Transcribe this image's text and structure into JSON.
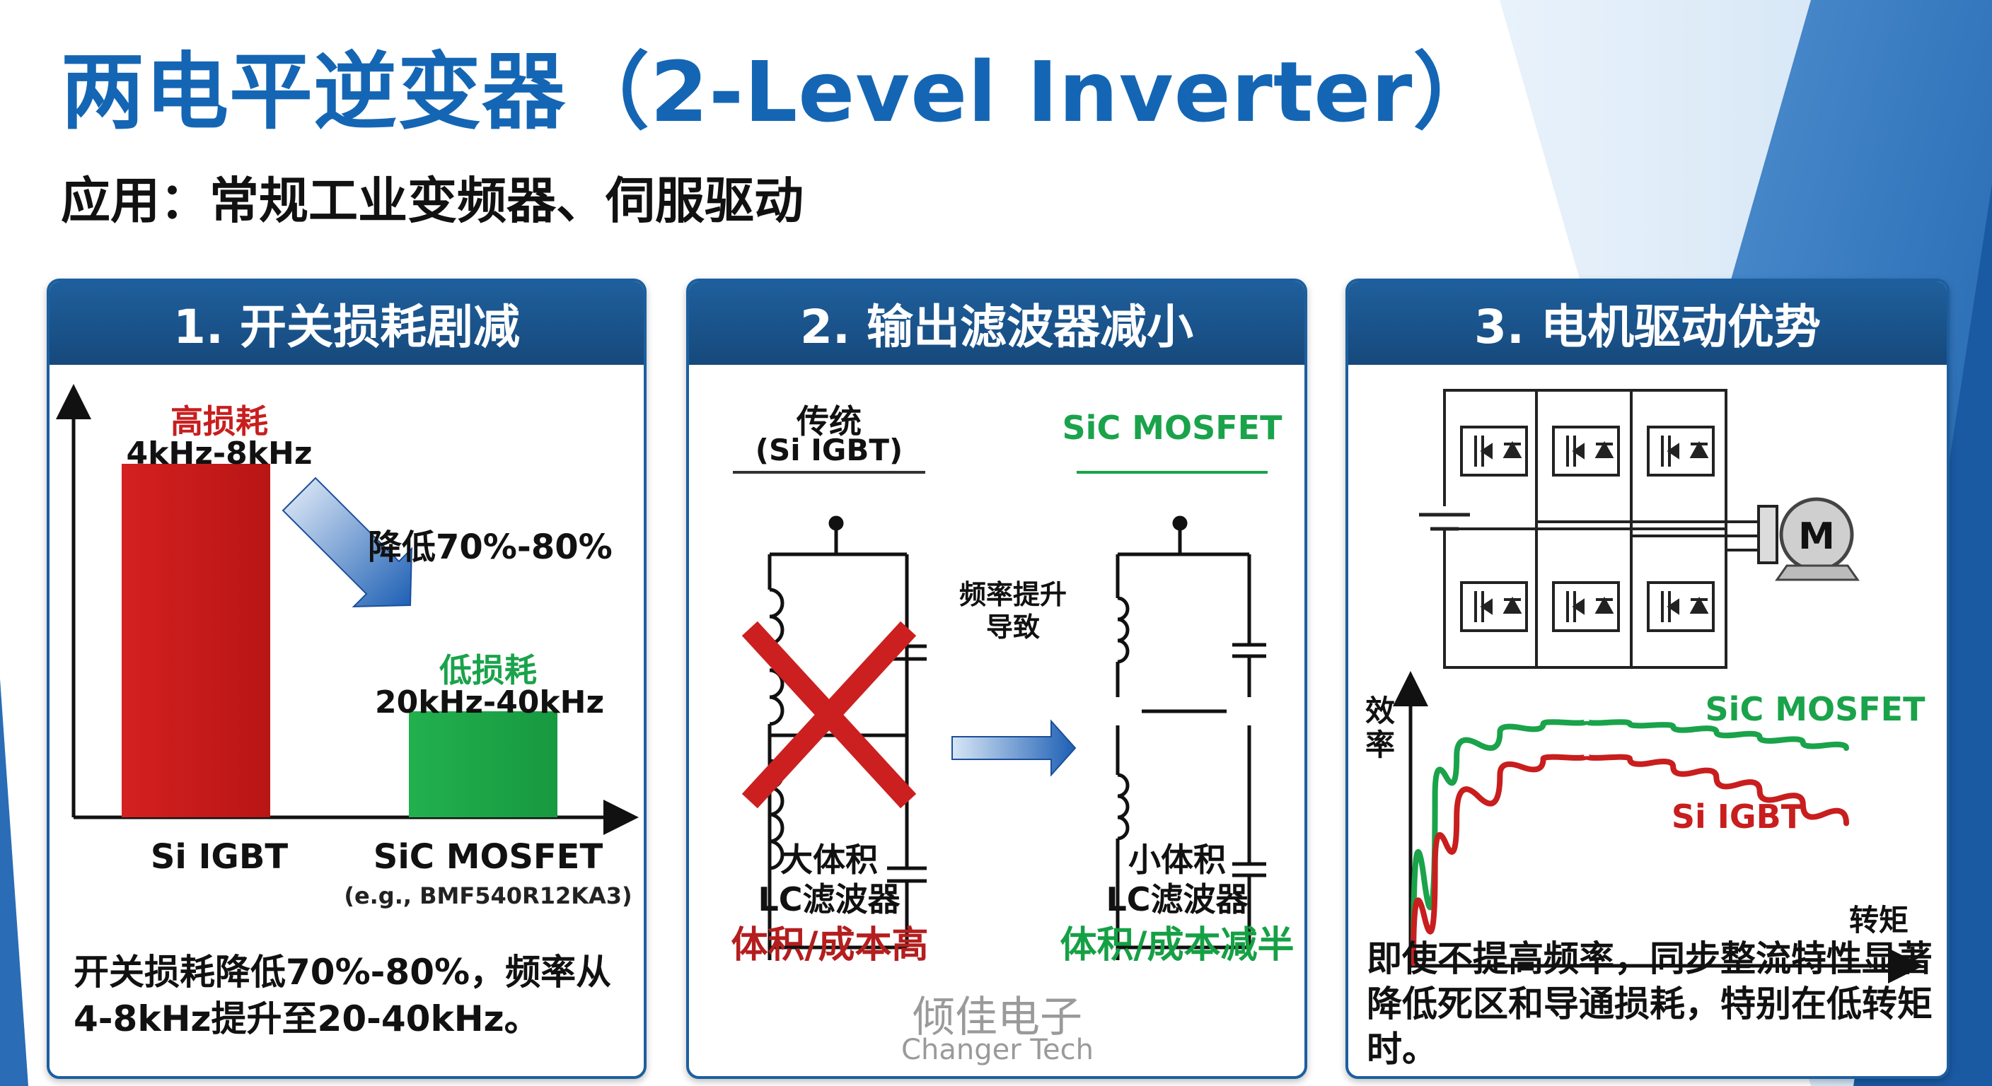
{
  "title": "两电平逆变器（2-Level Inverter）",
  "subtitle": "应用：常规工业变频器、伺服驱动",
  "panel1": {
    "header": "1. 开关损耗剧减",
    "high_loss": "高损耗",
    "high_freq": "4kHz-8kHz",
    "reduce": "降低70%-80%",
    "low_loss": "低损耗",
    "low_freq": "20kHz-40kHz",
    "x_si": "Si IGBT",
    "x_sic": "SiC MOSFET",
    "x_sic_eg": "(e.g., BMF540R12KA3)",
    "note": "开关损耗降低70%-80%，频率从4-8kHz提升至20-40kHz。"
  },
  "panel2": {
    "header": "2. 输出滤波器减小",
    "trad": "传统",
    "trad_sub": "(Si IGBT)",
    "sic": "SiC MOSFET",
    "arrow_line1": "频率提升",
    "arrow_line2": "导致",
    "big_line1": "大体积",
    "big_line2": "LC滤波器",
    "big_cost": "体积/成本高",
    "small_line1": "小体积",
    "small_line2": "LC滤波器",
    "small_cost": "体积/成本减半"
  },
  "panel3": {
    "header": "3. 电机驱动优势",
    "motor": "M",
    "y_label_1": "效",
    "y_label_2": "率",
    "x_label": "转矩",
    "sic_label": "SiC MOSFET",
    "si_label": "Si IGBT",
    "note": "即使不提高频率，同步整流特性显著降低死区和导通损耗，特别在低转矩时。"
  },
  "watermark": {
    "cn": "倾佳电子",
    "en": "Changer Tech"
  },
  "colors": {
    "title_blue": "#1466b4",
    "header_blue": "#1a5590",
    "loss_red": "#c81e1e",
    "sic_green": "#1aa34a",
    "cost_red": "#b41e1e",
    "cost_green": "#16a045"
  },
  "chart_data": [
    {
      "type": "bar",
      "categories": [
        "Si IGBT",
        "SiC MOSFET"
      ],
      "values": [
        100,
        30
      ]
    },
    {
      "type": "line",
      "xlabel": "转矩",
      "ylabel": "效率",
      "series": [
        {
          "name": "SiC MOSFET",
          "x": [
            0,
            0.05,
            0.1,
            0.2,
            0.3,
            0.4,
            0.5,
            0.6,
            0.7,
            0.8,
            0.9,
            1.0
          ],
          "y": [
            0,
            0.62,
            0.77,
            0.86,
            0.89,
            0.9,
            0.89,
            0.88,
            0.86,
            0.84,
            0.82,
            0.8
          ]
        },
        {
          "name": "Si IGBT",
          "x": [
            0,
            0.05,
            0.1,
            0.2,
            0.3,
            0.4,
            0.5,
            0.6,
            0.7,
            0.8,
            0.9,
            1.0
          ],
          "y": [
            0,
            0.35,
            0.54,
            0.7,
            0.76,
            0.77,
            0.76,
            0.73,
            0.69,
            0.64,
            0.59,
            0.52
          ]
        }
      ]
    }
  ]
}
